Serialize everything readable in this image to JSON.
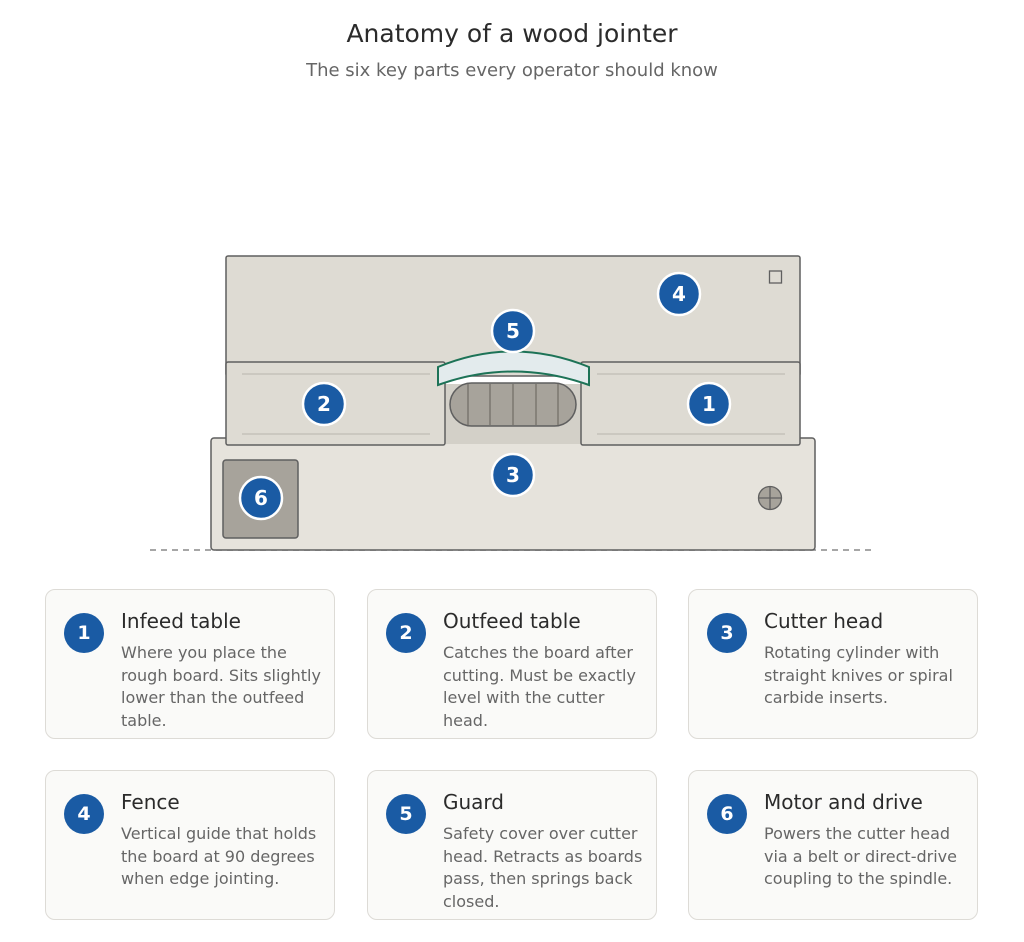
{
  "header": {
    "title": "Anatomy of a wood jointer",
    "subtitle": "The six key parts every operator should know"
  },
  "colors": {
    "callout": "#1a5ba4",
    "guard_stroke": "#1d7357",
    "machine_fill": "#deDBD3",
    "outline": "#5f5f5f"
  },
  "callouts": [
    "1",
    "2",
    "3",
    "4",
    "5",
    "6"
  ],
  "parts": [
    {
      "num": "1",
      "title": "Infeed table",
      "desc": "Where you place the rough board. Sits slightly lower than the outfeed table."
    },
    {
      "num": "2",
      "title": "Outfeed table",
      "desc": "Catches the board after cutting. Must be exactly level with the cutter head."
    },
    {
      "num": "3",
      "title": "Cutter head",
      "desc": "Rotating cylinder with straight knives or spiral carbide inserts."
    },
    {
      "num": "4",
      "title": "Fence",
      "desc": "Vertical guide that holds the board at 90 degrees when edge jointing."
    },
    {
      "num": "5",
      "title": "Guard",
      "desc": "Safety cover over cutter head. Retracts as boards pass, then springs back closed."
    },
    {
      "num": "6",
      "title": "Motor and drive",
      "desc": "Powers the cutter head via a belt or direct-drive coupling to the spindle."
    }
  ]
}
